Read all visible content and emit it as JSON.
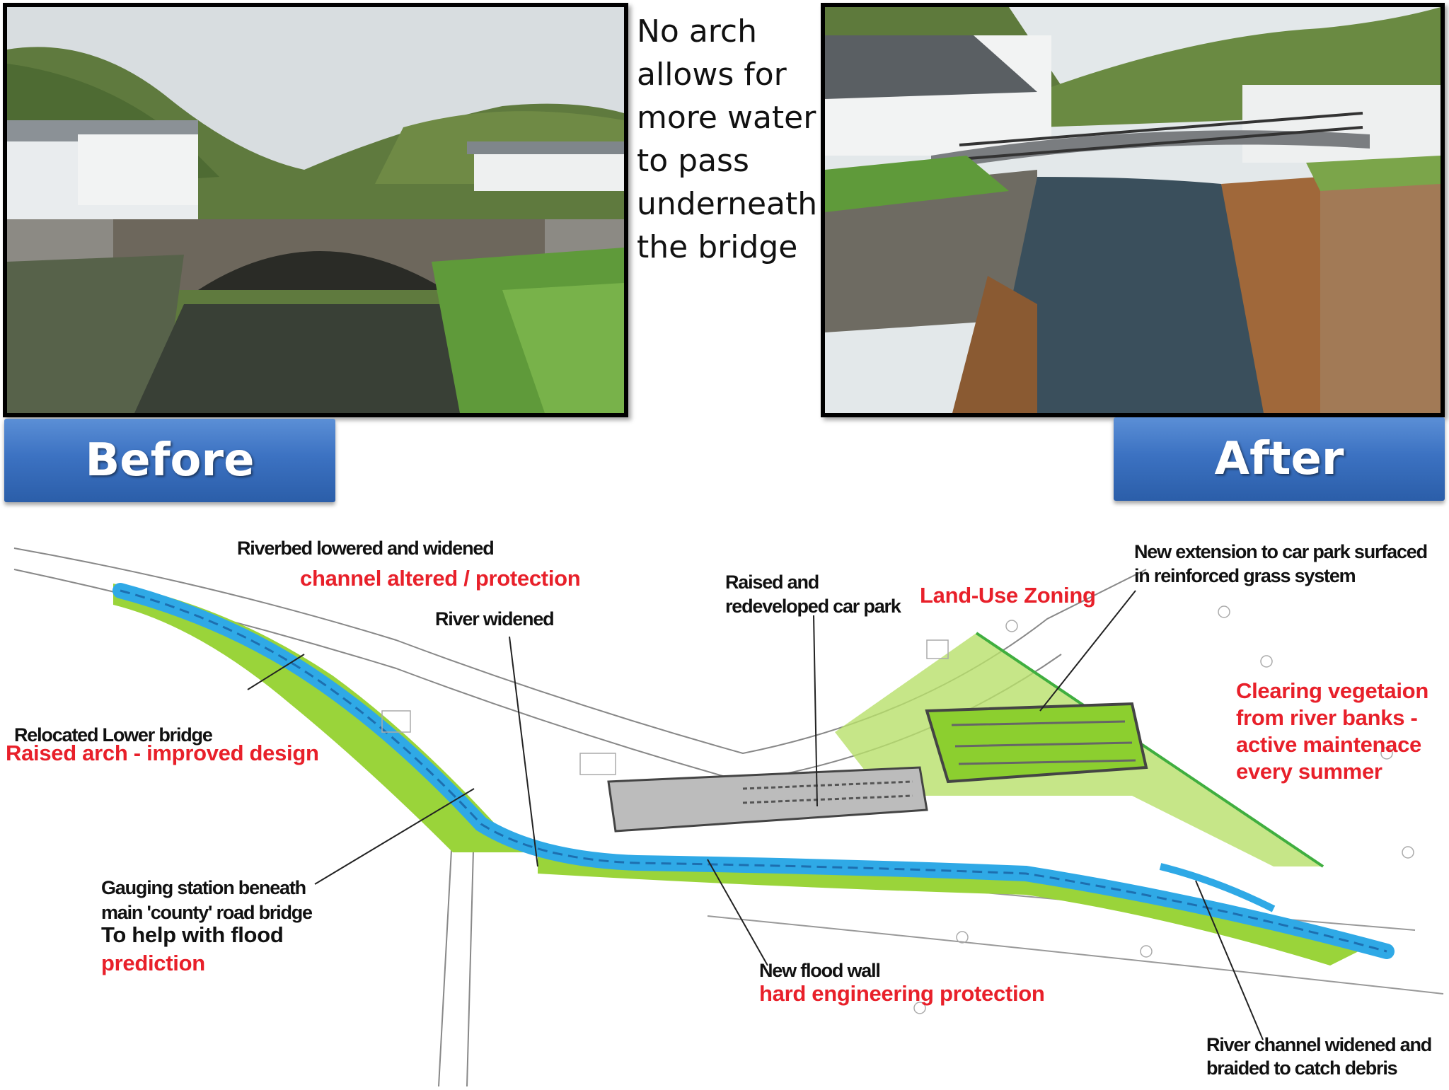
{
  "caption": {
    "lines": [
      "No arch",
      "allows for",
      "more water",
      "to pass",
      "underneath",
      "the bridge"
    ]
  },
  "banners": {
    "before": "Before",
    "after": "After"
  },
  "map_labels": {
    "riverbed": "Riverbed lowered and widened",
    "channel": "channel altered / protection",
    "river_widened": "River widened",
    "car_park_1": "Raised and",
    "car_park_2": "redeveloped car park",
    "land_use": "Land-Use Zoning",
    "extension_1": "New extension to car park surfaced",
    "extension_2": "in reinforced grass system",
    "clearing_1": "Clearing vegetaion",
    "clearing_2": "from river banks -",
    "clearing_3": "active maintenace",
    "clearing_4": "every summer",
    "relocated": "Relocated Lower bridge",
    "raised_arch": "Raised arch - improved design",
    "gauging_1": "Gauging station beneath",
    "gauging_2": "main 'county' road bridge",
    "gauging_3": "To help with flood",
    "gauging_4": "prediction",
    "flood_wall": "New flood wall",
    "hard_eng": "hard engineering protection",
    "braided_1": "River channel widened and",
    "braided_2": "braided to catch debris"
  },
  "colors": {
    "banner_blue": "#3c72c2",
    "river_blue": "#2fa9e6",
    "vegetation_green": "#9ad43a",
    "annotation_red": "#e8202a"
  }
}
